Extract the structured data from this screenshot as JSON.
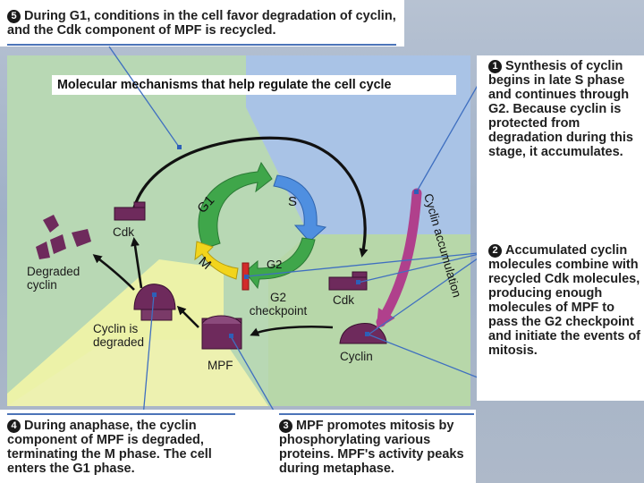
{
  "title": "Molecular mechanisms that help regulate the cell cycle",
  "step5": {
    "num": "5",
    "text": "During G1, conditions in the cell favor degradation of cyclin, and the Cdk component of MPF is recycled."
  },
  "step1": {
    "num": "1",
    "text": "Synthesis of cyclin begins in late S phase and continues through G2. Because cyclin is protected from degradation during this stage, it accumulates."
  },
  "step2": {
    "num": "2",
    "text": "Accumulated cyclin molecules combine with recycled Cdk molecules, producing enough molecules of MPF to pass the G2 checkpoint and initiate the events of mitosis."
  },
  "step3": {
    "num": "3",
    "text": "MPF promotes mitosis by phosphorylating various proteins. MPF's activity peaks during metaphase."
  },
  "step4": {
    "num": "4",
    "text": "During anaphase, the cyclin component of MPF is degraded, terminating the M phase. The cell enters the G1 phase."
  },
  "labels": {
    "cdk_left": "Cdk",
    "cdk_right": "Cdk",
    "degraded_cyclin": "Degraded cyclin",
    "cyclin_is_degraded": "Cyclin is degraded",
    "mpf": "MPF",
    "cyclin": "Cyclin",
    "g2_checkpoint": "G2 checkpoint",
    "cyclin_accumulation": "Cyclin accumulation",
    "phase_g1": "G1",
    "phase_s": "S",
    "phase_g2": "G2",
    "phase_m": "M"
  },
  "colors": {
    "blue_region": "#a9c3e6",
    "green_region": "#b8d8b4",
    "yellow_region": "#ecf2a8",
    "cell_cycle_green": "#3fa64a",
    "s_phase_blue": "#4f8fe0",
    "m_phase_yellow": "#f2d41c",
    "checkpoint_red": "#d22b2b",
    "molecule_purple": "#6e2a5c",
    "accumulation_arrow": "#b0408c",
    "pointer_blue": "#3f6fc0"
  }
}
